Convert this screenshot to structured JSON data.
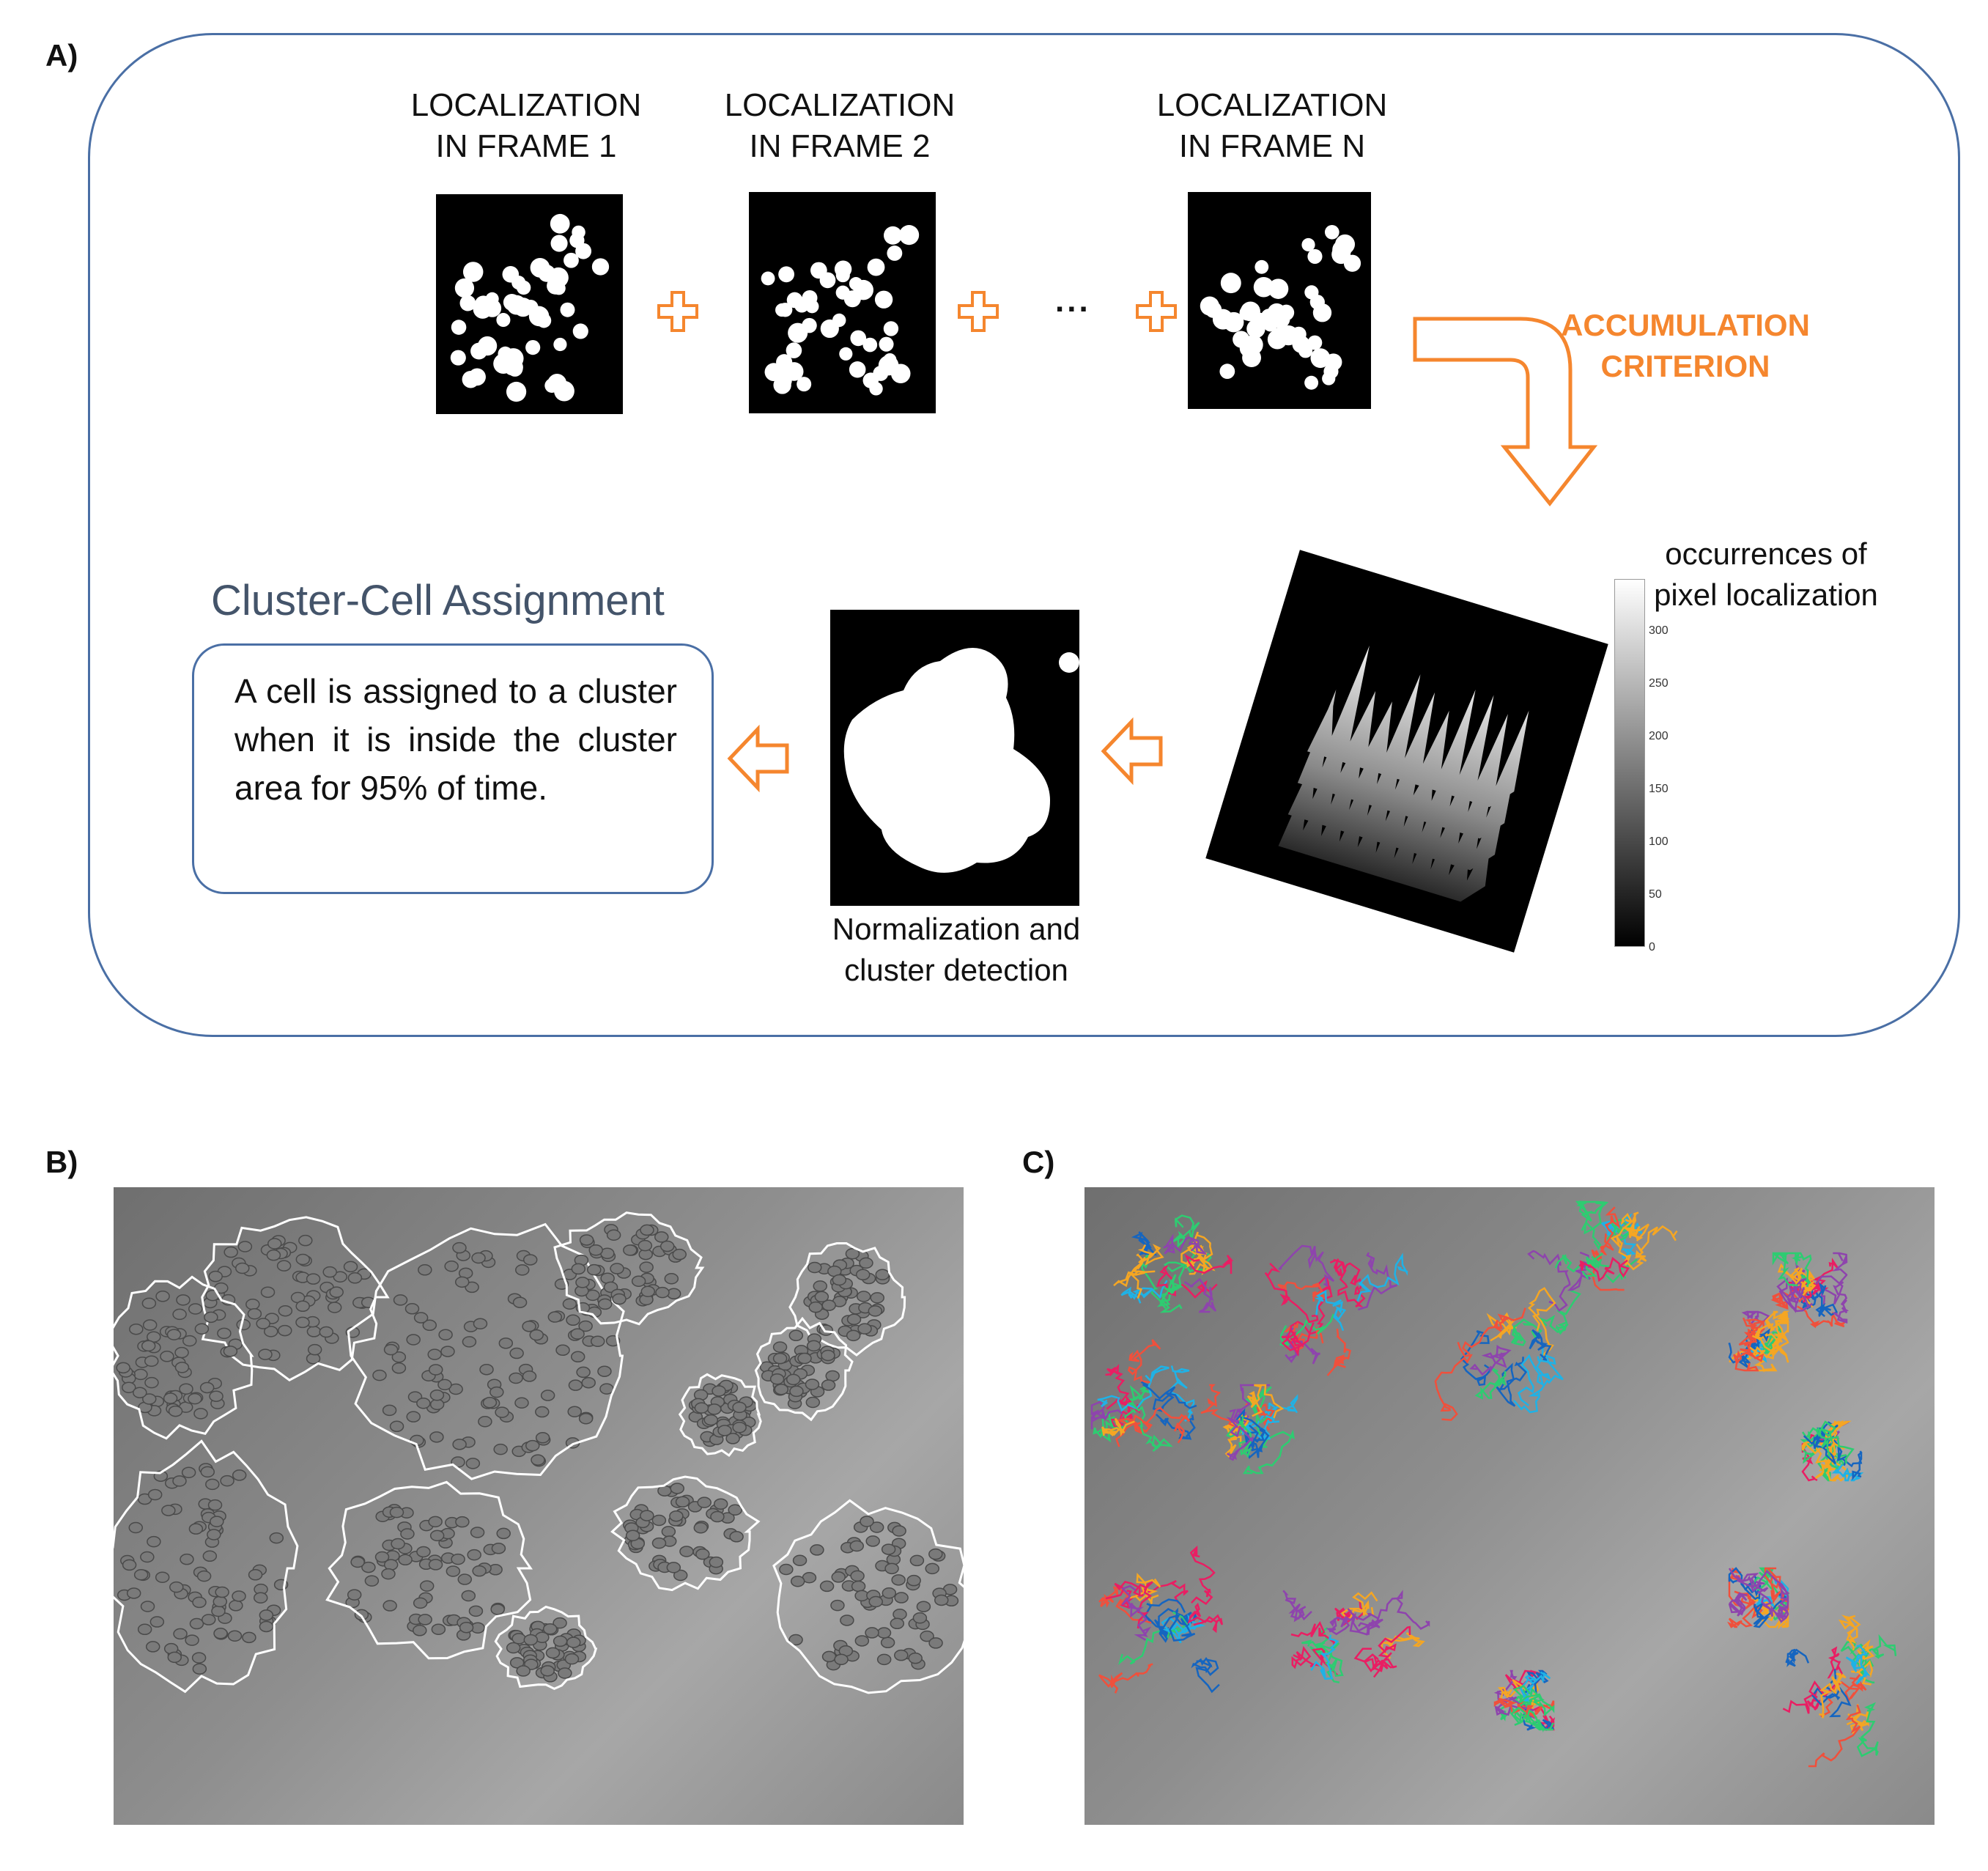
{
  "panels": {
    "a_label": "A)",
    "b_label": "B)",
    "c_label": "C)"
  },
  "frames": [
    {
      "line1": "LOCALIZATION",
      "line2": "IN FRAME 1"
    },
    {
      "line1": "LOCALIZATION",
      "line2": "IN FRAME 2"
    },
    {
      "line1": "LOCALIZATION",
      "line2": "IN FRAME N"
    }
  ],
  "ellipsis": "...",
  "accumulation": {
    "line1": "ACCUMULATION",
    "line2": "CRITERION"
  },
  "assignment": {
    "title": "Cluster-Cell Assignment",
    "text": "A cell is assigned to a cluster when it is inside the cluster area for 95% of time."
  },
  "normalization": {
    "line1": "Normalization and",
    "line2": "cluster detection"
  },
  "colorbar": {
    "title_line1": "occurrences of",
    "title_line2": "pixel localization",
    "ticks": [
      "300",
      "250",
      "200",
      "150",
      "100",
      "50",
      "0"
    ]
  },
  "colors": {
    "accent": "#f5862e",
    "frame": "#4a6fa5",
    "assign_title": "#44546a"
  },
  "icons": [
    "plus-icon",
    "accumulation-arrow-icon",
    "left-arrow-icon"
  ]
}
